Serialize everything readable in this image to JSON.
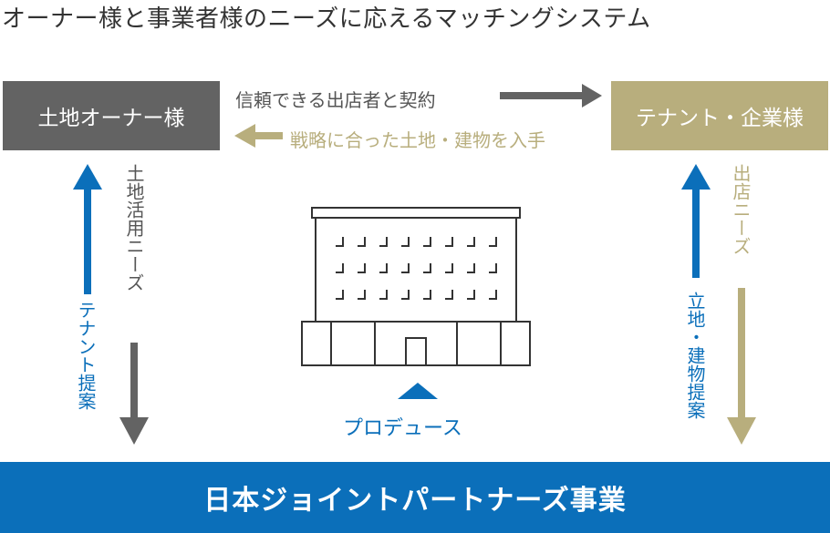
{
  "title": "オーナー様と事業者様のニーズに応えるマッチングシステム",
  "nodes": {
    "owner": "土地オーナー様",
    "tenant": "テナント・企業様",
    "bottom": "日本ジョイントパートナーズ事業"
  },
  "flows": {
    "owner_to_tenant": "信頼できる出店者と契約",
    "tenant_to_owner": "戦略に合った土地・建物を入手",
    "owner_needs": "土地活用ニーズ",
    "tenant_proposal_left": "テナント提案",
    "tenant_needs": "出店ニーズ",
    "land_proposal_right": "立地・建物提案",
    "produce": "プロデュース"
  },
  "colors": {
    "gray": "#636363",
    "gold": "#b8ae7d",
    "blue": "#0b6fba"
  },
  "icons": {
    "building": "building-icon"
  }
}
